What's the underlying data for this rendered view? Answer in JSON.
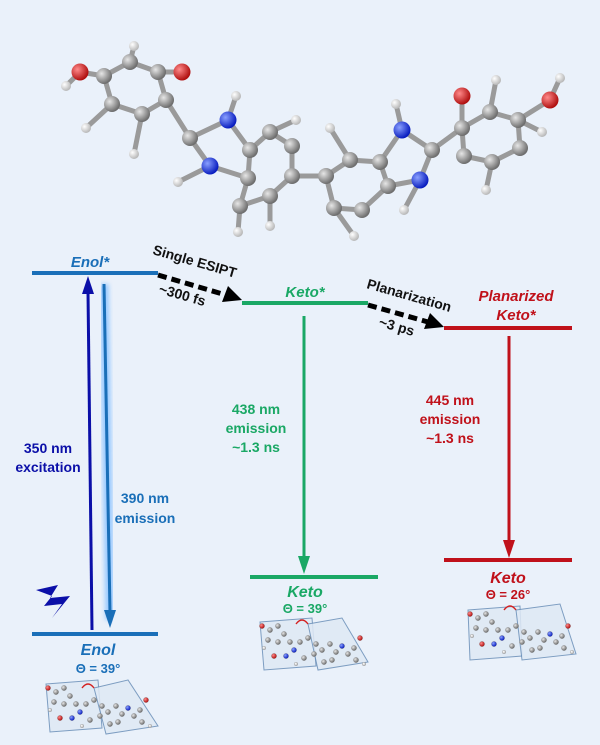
{
  "states": {
    "enol_excited": "Enol*",
    "keto_excited": "Keto*",
    "planarized_keto_line1": "Planarized",
    "planarized_keto_line2": "Keto*",
    "enol_ground": "Enol",
    "keto_ground_1": "Keto",
    "keto_ground_2": "Keto"
  },
  "angles": {
    "enol": "Θ = 39°",
    "keto_1": "Θ = 39°",
    "keto_2": "Θ = 26°"
  },
  "transitions": {
    "esipt_line1": "Single ESIPT",
    "esipt_line2": "~300 fs",
    "planarization_line1": "Planarization",
    "planarization_line2": "~3 ps",
    "excitation_line1": "350 nm",
    "excitation_line2": "excitation",
    "enol_emission_line1": "390 nm",
    "enol_emission_line2": "emission",
    "keto_emission_line1": "438 nm",
    "keto_emission_line2": "emission",
    "keto_emission_line3": "~1.3 ns",
    "pketo_emission_line1": "445 nm",
    "pketo_emission_line2": "emission",
    "pketo_emission_line3": "~1.3 ns"
  },
  "colors": {
    "enol": "#1a6fb8",
    "excitation": "#0b0fa8",
    "keto": "#1aa865",
    "planarized": "#c0111a",
    "carbon": "#8a8a8a",
    "oxygen": "#d42020",
    "nitrogen": "#1030d8",
    "hydrogen": "#f2f2f2"
  }
}
